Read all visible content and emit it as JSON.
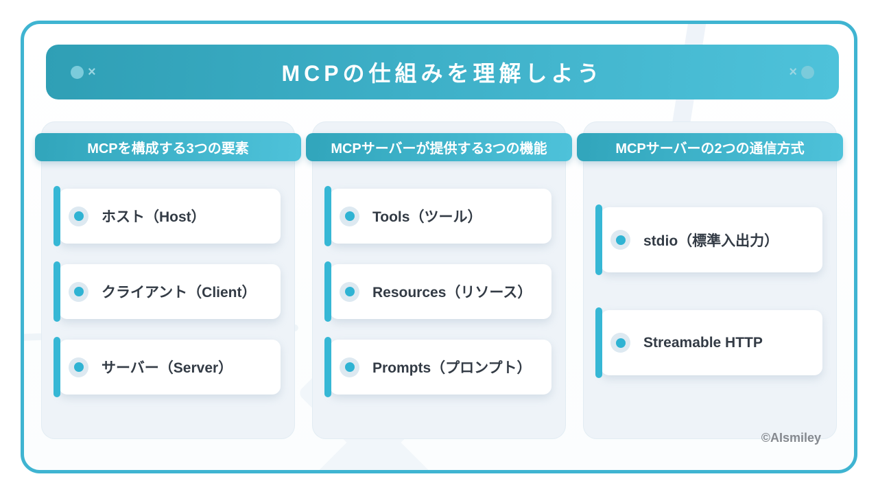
{
  "header": {
    "title": "MCPの仕組みを理解しよう"
  },
  "icons": {
    "cross": "×"
  },
  "columns": [
    {
      "header": "MCPを構成する3つの要素",
      "items": [
        "ホスト（Host）",
        "クライアント（Client）",
        "サーバー（Server）"
      ]
    },
    {
      "header": "MCPサーバーが提供する3つの機能",
      "items": [
        "Tools（ツール）",
        "Resources（リソース）",
        "Prompts（プロンプト）"
      ]
    },
    {
      "header": "MCPサーバーの2つの通信方式",
      "items": [
        "stdio（標準入出力）",
        "Streamable HTTP"
      ]
    }
  ],
  "footer": {
    "credit": "©AIsmiley"
  },
  "colors": {
    "frame_border": "#3fb4d1",
    "header_gradient_start": "#2f9fb5",
    "header_gradient_end": "#4ec2da",
    "column_background": "#eef3f8",
    "accent_bar": "#36b7d5",
    "bullet_dot": "#2fb3d3",
    "bullet_ring": "#dde9f1",
    "item_text": "#333b45",
    "credit_text": "#85898f"
  }
}
